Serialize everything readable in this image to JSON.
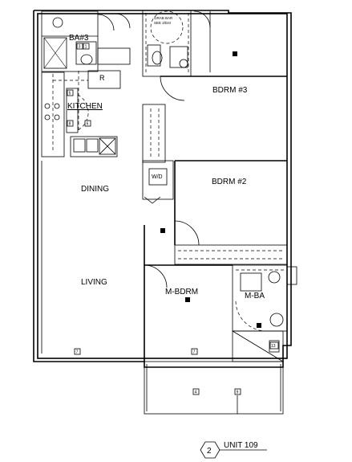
{
  "rooms": {
    "ba3": "BA#3",
    "kitchen": "KITCHEN",
    "bdrm3": "BDRM #3",
    "bdrm2": "BDRM #2",
    "dining": "DINING",
    "living": "LIVING",
    "mbdrm": "M-BDRM",
    "mba": "M-BA",
    "wd": "W/D",
    "r": "R"
  },
  "note": {
    "line1": "GRAB BAR",
    "line2": "SEE 2/D4r"
  },
  "unit": {
    "number": "2",
    "label": "UNIT 109"
  },
  "tags": {
    "t1": "1",
    "t3": "3",
    "t4": "4",
    "t5": "5",
    "t6": "6",
    "t7": "7",
    "t8": "8",
    "t9": "9",
    "t13": "13"
  }
}
